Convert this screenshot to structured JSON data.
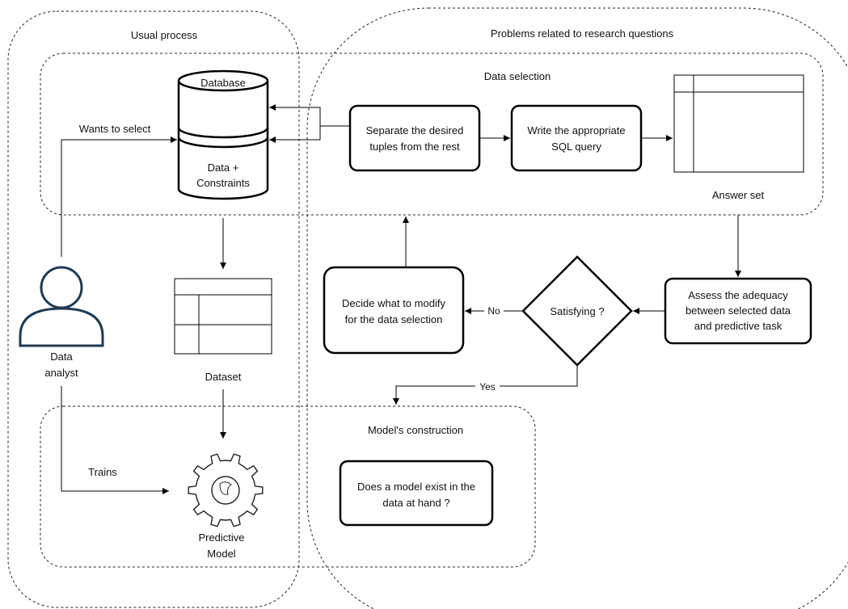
{
  "regions": {
    "usual_process": "Usual process",
    "research_problems": "Problems related to research questions",
    "data_selection": "Data selection",
    "model_construction": "Model's construction"
  },
  "nodes": {
    "database_top": "Database",
    "database_bottom_1": "Data +",
    "database_bottom_2": "Constraints",
    "dataset": "Dataset",
    "answer_set": "Answer set",
    "analyst_1": "Data",
    "analyst_2": "analyst",
    "model_1": "Predictive",
    "model_2": "Model",
    "separate_1": "Separate the desired",
    "separate_2": "tuples from the rest",
    "write_sql_1": "Write the appropriate",
    "write_sql_2": "SQL query",
    "assess_1": "Assess the adequacy",
    "assess_2": "between selected data",
    "assess_3": "and predictive task",
    "satisfying": "Satisfying ?",
    "decide_1": "Decide what to modify",
    "decide_2": "for the data selection",
    "model_exist_1": "Does a model exist in the",
    "model_exist_2": "data at hand ?"
  },
  "edges": {
    "wants_to_select": "Wants to select",
    "trains": "Trains",
    "no": "No",
    "yes": "Yes"
  }
}
